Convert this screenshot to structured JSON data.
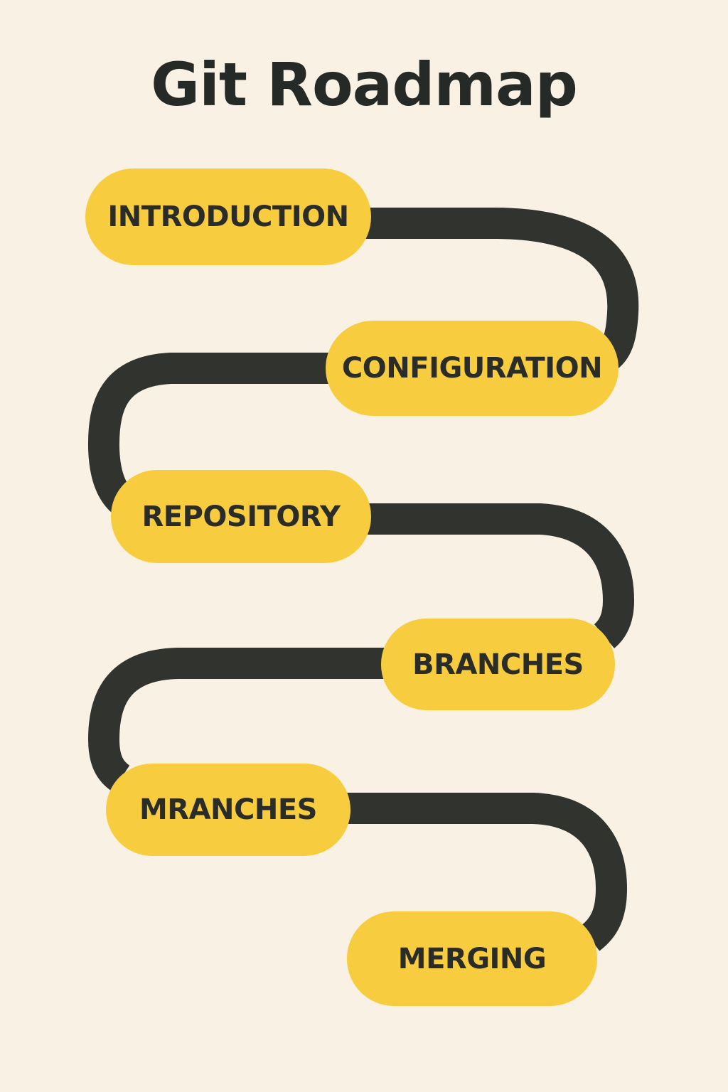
{
  "title": "Git Roadmap",
  "colors": {
    "background": "#f9f2e4",
    "pill": "#f7cd3f",
    "road": "#30332e",
    "text": "#2a2c27"
  },
  "steps": [
    {
      "label": "INTRODUCTION"
    },
    {
      "label": "CONFIGURATION"
    },
    {
      "label": "REPOSITORY"
    },
    {
      "label": "BRANCHES"
    },
    {
      "label": "MRANCHES"
    },
    {
      "label": "MERGING"
    }
  ]
}
